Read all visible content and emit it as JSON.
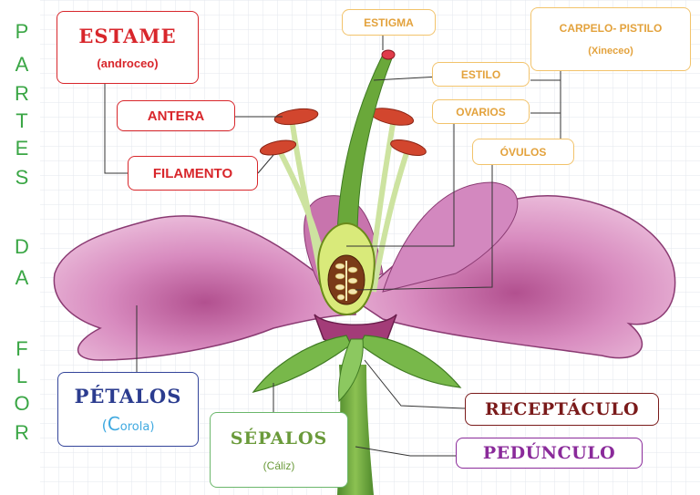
{
  "title_letters": [
    "P",
    "A",
    "R",
    "T",
    "E",
    "S",
    "D",
    "A",
    "F",
    "L",
    "O",
    "R"
  ],
  "labels": {
    "estame": "ESTAME",
    "androceo": "(androceo)",
    "antera": "ANTERA",
    "filamento": "FILAMENTO",
    "estigma": "ESTIGMA",
    "carpelo": "CARPELO- PISTILO",
    "xineceo": "(Xineceo)",
    "estilo": "ESTILO",
    "ovarios": "OVARIOS",
    "ovulos": "ÓVULOS",
    "petalos": "PÉTALOS",
    "corola_c": "C",
    "corola_rest": "orola)",
    "corola_open": "(",
    "sepalos": "SÉPALOS",
    "caliz": "(Cáliz)",
    "receptaculo": "RECEPTÁCULO",
    "peduncle": "PEDÚNCULO"
  },
  "colors": {
    "title_green": "#3aa645",
    "red": "#d8262b",
    "orange": "#e3a23c",
    "blue_dark": "#2b3c8f",
    "blue_light": "#3fa9e0",
    "green": "#6a9a3a",
    "maroon": "#7a1a1a",
    "purple": "#8a2a9a",
    "petal": "#d68fc0",
    "petal_dark": "#a84a8a",
    "stem": "#5d9a3a"
  }
}
